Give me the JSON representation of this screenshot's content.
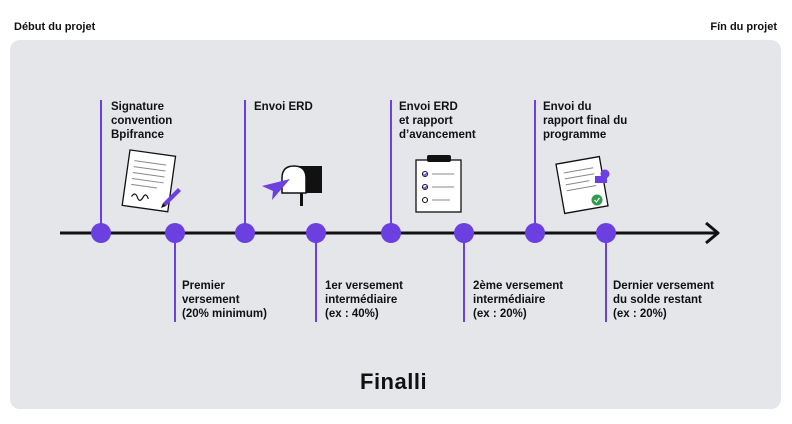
{
  "header": {
    "start_label": "Début du projet",
    "end_label": "Fín du projet"
  },
  "steps_above": [
    {
      "label": "Signature\nconvention\nBpifrance",
      "icon": "signed-contract-icon"
    },
    {
      "label": "Envoi ERD",
      "icon": "mailbox-icon"
    },
    {
      "label": "Envoi ERD\net rapport\nd’avancement",
      "icon": "clipboard-checklist-icon"
    },
    {
      "label": "Envoi du\nrapport final du\nprogramme",
      "icon": "approved-document-icon"
    }
  ],
  "steps_below": [
    {
      "label": "Premier\nversement\n(20% minimum)"
    },
    {
      "label": "1er versement\nintermédiaire\n(ex : 40%)"
    },
    {
      "label": "2ème versement\nintermédiaire\n(ex : 20%)"
    },
    {
      "label": "Dernier versement\ndu solde restant\n(ex : 20%)"
    }
  ],
  "brand": "Finalli",
  "colors": {
    "accent": "#6b3fe0",
    "line": "#111111",
    "panel": "#e4e6ea"
  }
}
